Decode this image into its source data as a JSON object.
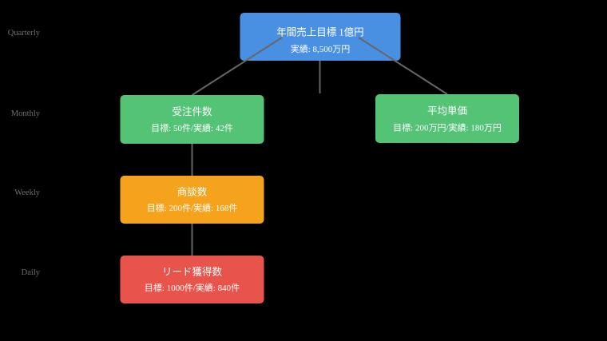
{
  "diagram": {
    "background_color": "#000000",
    "edge_color": "#666666",
    "row_label_color": "#6e6e6e",
    "node_text_color": "#ffffff",
    "row_labels": [
      {
        "label": "Quarterly"
      },
      {
        "label": "Monthly"
      },
      {
        "label": "Weekly"
      },
      {
        "label": "Daily"
      }
    ],
    "nodes": [
      {
        "id": "annual-sales-target",
        "level": "Quarterly",
        "title": "年間売上目標 1億円",
        "subtitle": "実績: 8,500万円",
        "color": "#4a90e2"
      },
      {
        "id": "order-count",
        "level": "Monthly",
        "title": "受注件数",
        "subtitle": "目標: 50件/実績: 42件",
        "color": "#54c376"
      },
      {
        "id": "average-unit-price",
        "level": "Monthly",
        "title": "平均単価",
        "subtitle": "目標: 200万円/実績: 180万円",
        "color": "#54c376"
      },
      {
        "id": "meeting-count",
        "level": "Weekly",
        "title": "商談数",
        "subtitle": "目標: 200件/実績: 168件",
        "color": "#f5a31d"
      },
      {
        "id": "lead-count",
        "level": "Daily",
        "title": "リード獲得数",
        "subtitle": "目標: 1000件/実績: 840件",
        "color": "#e8534b"
      }
    ]
  }
}
